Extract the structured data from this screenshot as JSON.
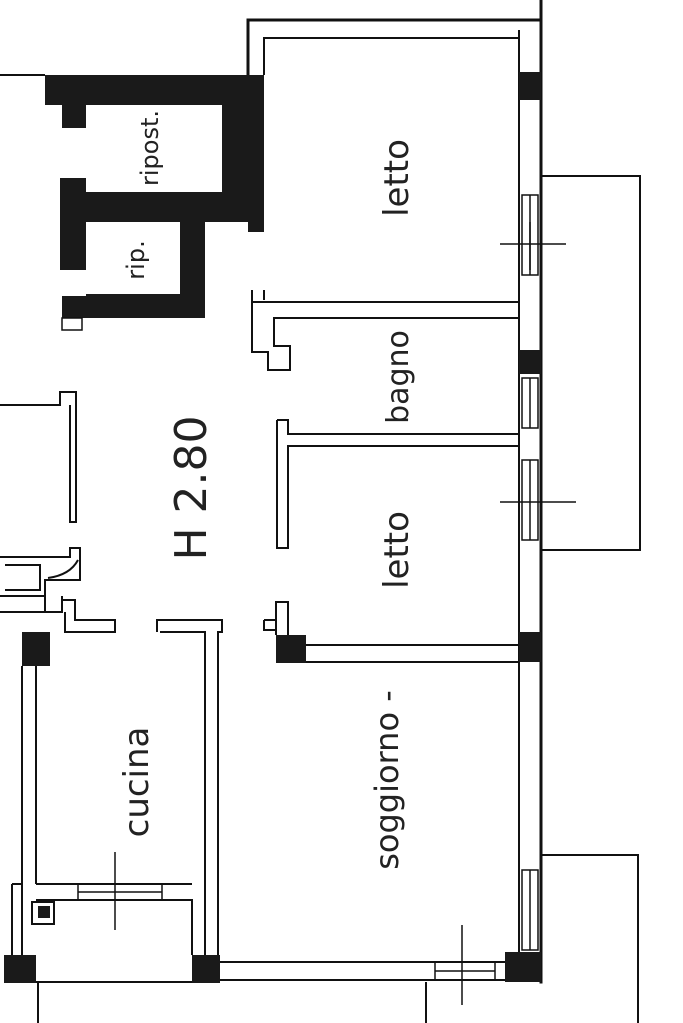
{
  "plan": {
    "height_label": "H 2.80",
    "rooms": {
      "letto_top": "letto",
      "bagno": "bagno",
      "letto_mid": "letto",
      "soggiorno": "soggiorno -",
      "cucina": "cucina",
      "ripost": "ripost.",
      "rip": "rip."
    }
  }
}
